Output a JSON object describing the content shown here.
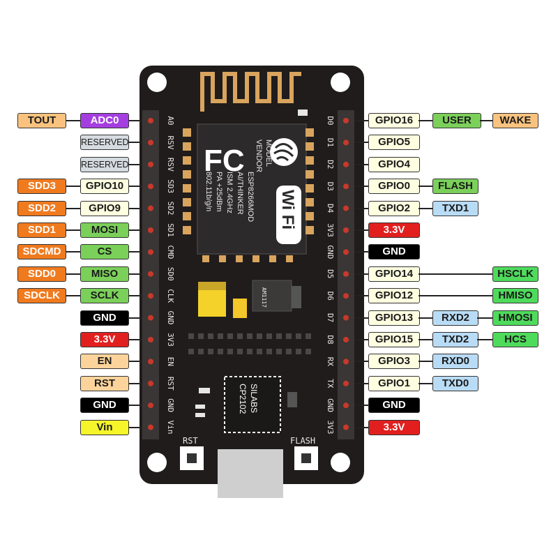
{
  "colors": {
    "board": "#1f1c1b",
    "header": "#3a3635",
    "pin": "#c8392b",
    "pad": "#d9a45e",
    "module": "#b48a4e",
    "shield": "#2c2a2a",
    "usb": "#cfcfcf",
    "tout": "#f9c37f",
    "adc": "#a53ee0",
    "reserved": "#d5dbe0",
    "sdd": "#f07a1e",
    "gpio": "#fefee0",
    "green": "#7bd05a",
    "black": "#000000",
    "red": "#e21f1f",
    "power_text": "#ffffff",
    "en": "#fcd49b",
    "vin": "#f5f52a",
    "tx": "#b9dcf6",
    "hs": "#4edb5b"
  },
  "board": {
    "module_text": [
      "MODEL",
      "VENDOR",
      "ESP8266MOD",
      "AI/THINKER",
      "ISM 2.4GHz",
      "PA +25dBm",
      "802.11b/g/n"
    ],
    "fcc_logo": "FC",
    "wifi_logo": "Wi Fi",
    "regulator": "AM1117",
    "chip_text": [
      "SILABS",
      "CP2102"
    ],
    "rst_label": "RST",
    "flash_label": "FLASH"
  },
  "left_header": [
    "A0",
    "RSV",
    "RSV",
    "SD3",
    "SD2",
    "SD1",
    "CMD",
    "SD0",
    "CLK",
    "GND",
    "3V3",
    "EN",
    "RST",
    "GND",
    "Vin"
  ],
  "right_header": [
    "D0",
    "D1",
    "D2",
    "D3",
    "D4",
    "3V3",
    "GND",
    "D5",
    "D6",
    "D7",
    "D8",
    "RX",
    "TX",
    "GND",
    "3V3"
  ],
  "left_rows": [
    [
      {
        "t": "TOUT",
        "c": "tout"
      },
      {
        "t": "ADC0",
        "c": "adc"
      }
    ],
    [
      {
        "t": "RESERVED",
        "c": "reserved"
      }
    ],
    [
      {
        "t": "RESERVED",
        "c": "reserved"
      }
    ],
    [
      {
        "t": "SDD3",
        "c": "sdd"
      },
      {
        "t": "GPIO10",
        "c": "gpio"
      }
    ],
    [
      {
        "t": "SDD2",
        "c": "sdd"
      },
      {
        "t": "GPIO9",
        "c": "gpio"
      }
    ],
    [
      {
        "t": "SDD1",
        "c": "sdd"
      },
      {
        "t": "MOSI",
        "c": "green"
      }
    ],
    [
      {
        "t": "SDCMD",
        "c": "sdd"
      },
      {
        "t": "CS",
        "c": "green"
      }
    ],
    [
      {
        "t": "SDD0",
        "c": "sdd"
      },
      {
        "t": "MISO",
        "c": "green"
      }
    ],
    [
      {
        "t": "SDCLK",
        "c": "sdd"
      },
      {
        "t": "SCLK",
        "c": "green"
      }
    ],
    [
      {
        "t": "GND",
        "c": "black"
      }
    ],
    [
      {
        "t": "3.3V",
        "c": "red"
      }
    ],
    [
      {
        "t": "EN",
        "c": "en"
      }
    ],
    [
      {
        "t": "RST",
        "c": "en"
      }
    ],
    [
      {
        "t": "GND",
        "c": "black"
      }
    ],
    [
      {
        "t": "Vin",
        "c": "vin"
      }
    ]
  ],
  "right_rows": [
    [
      {
        "t": "GPIO16",
        "c": "gpio"
      },
      {
        "t": "USER",
        "c": "green"
      },
      {
        "t": "WAKE",
        "c": "tout"
      }
    ],
    [
      {
        "t": "GPIO5",
        "c": "gpio"
      }
    ],
    [
      {
        "t": "GPIO4",
        "c": "gpio"
      }
    ],
    [
      {
        "t": "GPIO0",
        "c": "gpio"
      },
      {
        "t": "FLASH",
        "c": "green"
      }
    ],
    [
      {
        "t": "GPIO2",
        "c": "gpio"
      },
      {
        "t": "TXD1",
        "c": "tx"
      }
    ],
    [
      {
        "t": "3.3V",
        "c": "red"
      }
    ],
    [
      {
        "t": "GND",
        "c": "black"
      }
    ],
    [
      {
        "t": "GPIO14",
        "c": "gpio"
      },
      {
        "t": "HSCLK",
        "c": "hs"
      }
    ],
    [
      {
        "t": "GPIO12",
        "c": "gpio"
      },
      {
        "t": "HMISO",
        "c": "hs"
      }
    ],
    [
      {
        "t": "GPIO13",
        "c": "gpio"
      },
      {
        "t": "RXD2",
        "c": "tx"
      },
      {
        "t": "HMOSI",
        "c": "hs"
      }
    ],
    [
      {
        "t": "GPIO15",
        "c": "gpio"
      },
      {
        "t": "TXD2",
        "c": "tx"
      },
      {
        "t": "HCS",
        "c": "hs"
      }
    ],
    [
      {
        "t": "GPIO3",
        "c": "gpio"
      },
      {
        "t": "RXD0",
        "c": "tx"
      }
    ],
    [
      {
        "t": "GPIO1",
        "c": "gpio"
      },
      {
        "t": "TXD0",
        "c": "tx"
      }
    ],
    [
      {
        "t": "GND",
        "c": "black"
      }
    ],
    [
      {
        "t": "3.3V",
        "c": "red"
      }
    ]
  ]
}
